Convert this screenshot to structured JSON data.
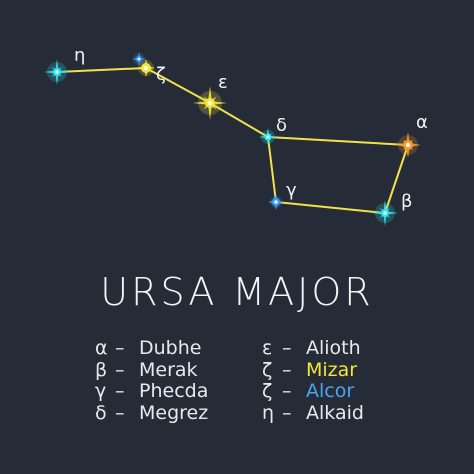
{
  "title": "URSA MAJOR",
  "colors": {
    "background": "#262b38",
    "line": "#f2e24a",
    "cyan_star": "#2fe3ef",
    "yellow_star": "#f3e53a",
    "orange_star": "#f49a2a",
    "blue_star": "#3d9cf0",
    "text": "#ececef",
    "mizar": "#f3e53a",
    "alcor": "#4aa5f0"
  },
  "stars": [
    {
      "id": "eta",
      "label": "η",
      "color": "cyan"
    },
    {
      "id": "zeta",
      "label": "ζ",
      "color": "yellow"
    },
    {
      "id": "alcor",
      "label": "",
      "color": "blue"
    },
    {
      "id": "epsilon",
      "label": "ε",
      "color": "yellow"
    },
    {
      "id": "delta",
      "label": "δ",
      "color": "cyan"
    },
    {
      "id": "alpha",
      "label": "α",
      "color": "orange"
    },
    {
      "id": "gamma",
      "label": "γ",
      "color": "blue"
    },
    {
      "id": "beta",
      "label": "β",
      "color": "cyan"
    }
  ],
  "legend_left": [
    {
      "greek": "α",
      "dash": "–",
      "name": "Dubhe"
    },
    {
      "greek": "β",
      "dash": "–",
      "name": "Merak"
    },
    {
      "greek": "γ",
      "dash": "–",
      "name": "Phecda"
    },
    {
      "greek": "δ",
      "dash": "–",
      "name": "Megrez"
    }
  ],
  "legend_right": [
    {
      "greek": "ε",
      "dash": "–",
      "name": "Alioth"
    },
    {
      "greek": "ζ",
      "dash": "–",
      "name": "Mizar",
      "color": "yellow"
    },
    {
      "greek": "ζ",
      "dash": "–",
      "name": "Alcor",
      "color": "blue"
    },
    {
      "greek": "η",
      "dash": "–",
      "name": "Alkaid"
    }
  ]
}
